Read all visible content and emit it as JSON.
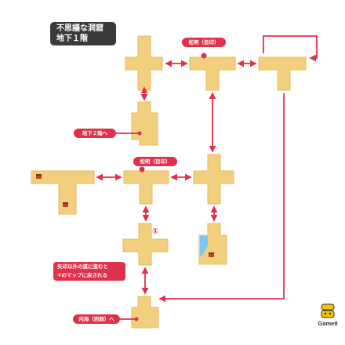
{
  "title": {
    "line1": "不思議な洞窟",
    "line2": "地下１階"
  },
  "labels": {
    "torch_top": "松明（目印）",
    "torch_mid": "松明（目印）",
    "to_b2": "地下２階へ",
    "to_sea": "内海（西側）へ",
    "note_line1": "矢印以外の道に進むと",
    "note_line2": "①のマップに戻される",
    "circled_one": "①"
  },
  "logo": {
    "brand": "Game8",
    "icon": "game8-logo-icon"
  },
  "colors": {
    "path": "#f2cf7d",
    "path_shade": "#e6bb62",
    "arrow": "#e0314b",
    "water": "#7fc6ec",
    "chest": "#b5472c",
    "title_bg": "#3a3a3a"
  },
  "icons": {
    "chest": "treasure-chest-icon",
    "torch": "torch-marker-icon",
    "arrow": "double-arrow-icon"
  }
}
